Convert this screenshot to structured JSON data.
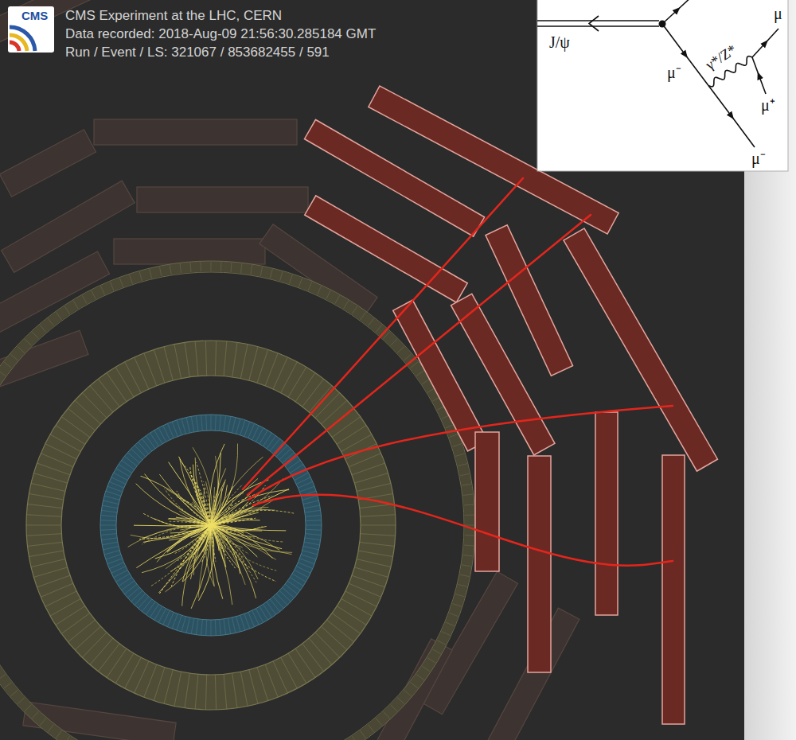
{
  "diagram": {
    "labels": [
      "CMS",
      "CMS Experiment at the LHC, CERN",
      "Data recorded: 2018-Aug-09 21:56:30.285184 GMT",
      "Run / Event / LS: 321067 / 853682455 / 591",
      "J/ψ",
      "μ",
      "γ*/Z*",
      "μ⁻",
      "μ⁺",
      "μ⁻"
    ]
  }
}
